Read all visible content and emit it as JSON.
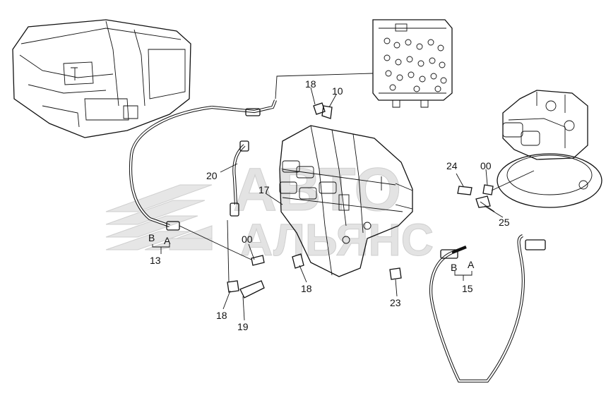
{
  "watermark": {
    "line1": "АВТО",
    "line2": "АЛЬЯНС"
  },
  "callouts": [
    {
      "id": "c18a",
      "text": "18"
    },
    {
      "id": "c10",
      "text": "10"
    },
    {
      "id": "c20",
      "text": "20"
    },
    {
      "id": "c17",
      "text": "17"
    },
    {
      "id": "cB1",
      "text": "B"
    },
    {
      "id": "cA1",
      "text": "A"
    },
    {
      "id": "c13",
      "text": "13"
    },
    {
      "id": "c00a",
      "text": "00"
    },
    {
      "id": "c18b",
      "text": "18"
    },
    {
      "id": "c18c",
      "text": "18"
    },
    {
      "id": "c19",
      "text": "19"
    },
    {
      "id": "c23",
      "text": "23"
    },
    {
      "id": "c24",
      "text": "24"
    },
    {
      "id": "c00b",
      "text": "00"
    },
    {
      "id": "c25",
      "text": "25"
    },
    {
      "id": "cB2",
      "text": "B"
    },
    {
      "id": "cA2",
      "text": "A"
    },
    {
      "id": "c15",
      "text": "15"
    }
  ]
}
